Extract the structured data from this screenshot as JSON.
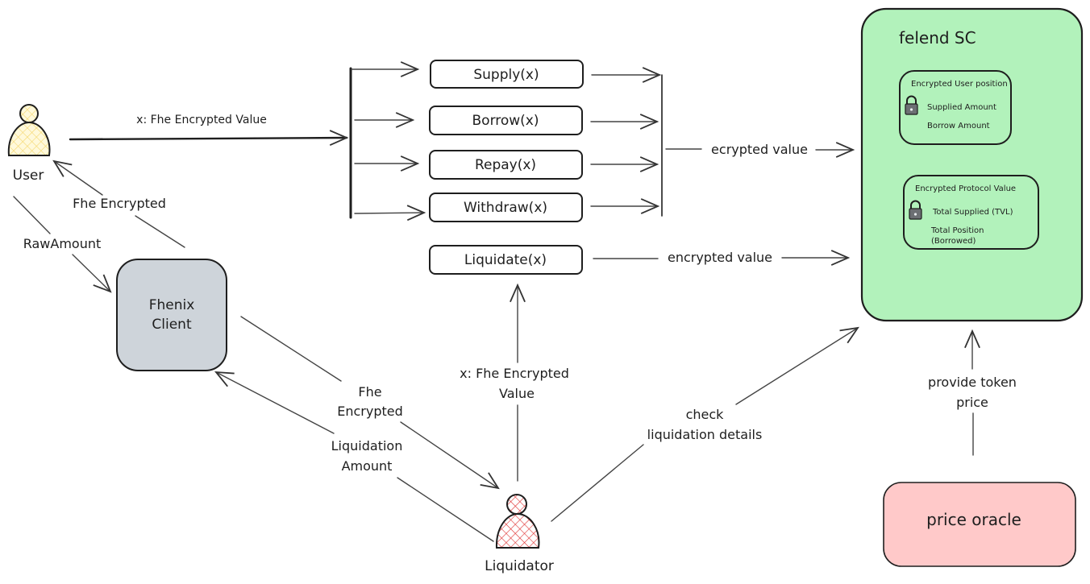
{
  "diagram": {
    "actors": {
      "user": {
        "label": "User",
        "fill": "#fff3bf",
        "hatch": "#f5d76e"
      },
      "liquidator": {
        "label": "Liquidator",
        "fill": "#ffffff",
        "hatch": "#e03131"
      }
    },
    "nodes": {
      "fhenix_client": {
        "label_line1": "Fhenix",
        "label_line2": "Client",
        "fill": "#ced4da"
      },
      "functions": [
        {
          "label": "Supply(x)"
        },
        {
          "label": "Borrow(x)"
        },
        {
          "label": "Repay(x)"
        },
        {
          "label": "Withdraw(x)"
        },
        {
          "label": "Liquidate(x)"
        }
      ],
      "felend_sc": {
        "title": "felend SC",
        "fill": "#b2f2bb",
        "user_position": {
          "title": "Encrypted User position",
          "items": [
            "Supplied Amount",
            "Borrow Amount"
          ],
          "icon": "lock-icon"
        },
        "protocol_value": {
          "title": "Encrypted Protocol Value",
          "items": [
            "Total Supplied (TVL)",
            "Total Position",
            "(Borrowed)"
          ],
          "icon": "lock-icon"
        }
      },
      "price_oracle": {
        "label": "price oracle",
        "fill": "#ffc9c9"
      }
    },
    "edges": {
      "user_to_functions": "x: Fhe Encrypted Value",
      "client_to_user": "Fhe Encrypted",
      "user_to_client": "RawAmount",
      "functions_to_sc": "ecrypted value",
      "liquidate_to_sc": "encrypted value",
      "liquidator_to_liquidate_line1": "x: Fhe Encrypted",
      "liquidator_to_liquidate_line2": "Value",
      "client_to_liquidator_line1": "Fhe",
      "client_to_liquidator_line2": "Encrypted",
      "liquidator_to_client_line1": "Liquidation",
      "liquidator_to_client_line2": "Amount",
      "liquidator_to_sc_line1": "check",
      "liquidator_to_sc_line2": "liquidation details",
      "oracle_to_sc_line1": "provide token",
      "oracle_to_sc_line2": "price"
    }
  }
}
